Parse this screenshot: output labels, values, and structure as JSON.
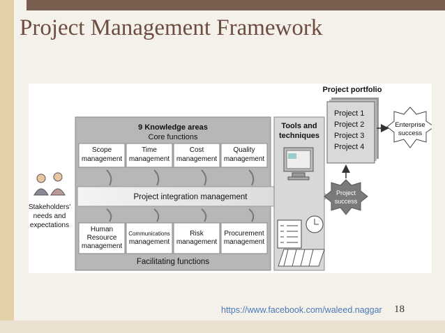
{
  "slide": {
    "title": "Project Management Framework",
    "footer_url": "https://www.facebook.com/waleed.naggar",
    "page_number": "18"
  },
  "diagram": {
    "knowledge_title": "9 Knowledge areas",
    "core_label": "Core functions",
    "core_areas": [
      [
        "Scope",
        "management"
      ],
      [
        "Time",
        "management"
      ],
      [
        "Cost",
        "management"
      ],
      [
        "Quality",
        "management"
      ]
    ],
    "integration": "Project integration management",
    "facilitating_areas": [
      [
        "Human",
        "Resource",
        "management"
      ],
      [
        "Communications",
        "management"
      ],
      [
        "Risk",
        "management"
      ],
      [
        "Procurement",
        "management"
      ]
    ],
    "facilitating_label": "Facilitating functions",
    "tools_title": [
      "Tools and",
      "techniques"
    ],
    "portfolio_title": "Project portfolio",
    "projects": [
      "Project 1",
      "Project 2",
      "Project 3",
      "Project 4"
    ],
    "enterprise": [
      "Enterprise",
      "success"
    ],
    "project_success": [
      "Project",
      "success"
    ],
    "stakeholders": [
      "Stakeholders'",
      "needs and",
      "expectations"
    ]
  }
}
